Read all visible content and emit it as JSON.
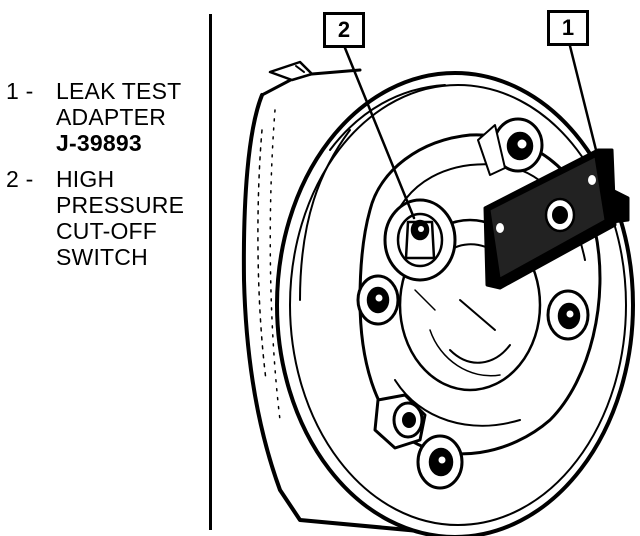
{
  "legend": [
    {
      "number": "1 -",
      "lines": [
        "LEAK TEST",
        "ADAPTER"
      ],
      "tool": "J-39893"
    },
    {
      "number": "2 -",
      "lines": [
        "HIGH",
        "PRESSURE",
        "CUT-OFF",
        "SWITCH"
      ]
    }
  ],
  "callouts": {
    "c1": "1",
    "c2": "2"
  }
}
